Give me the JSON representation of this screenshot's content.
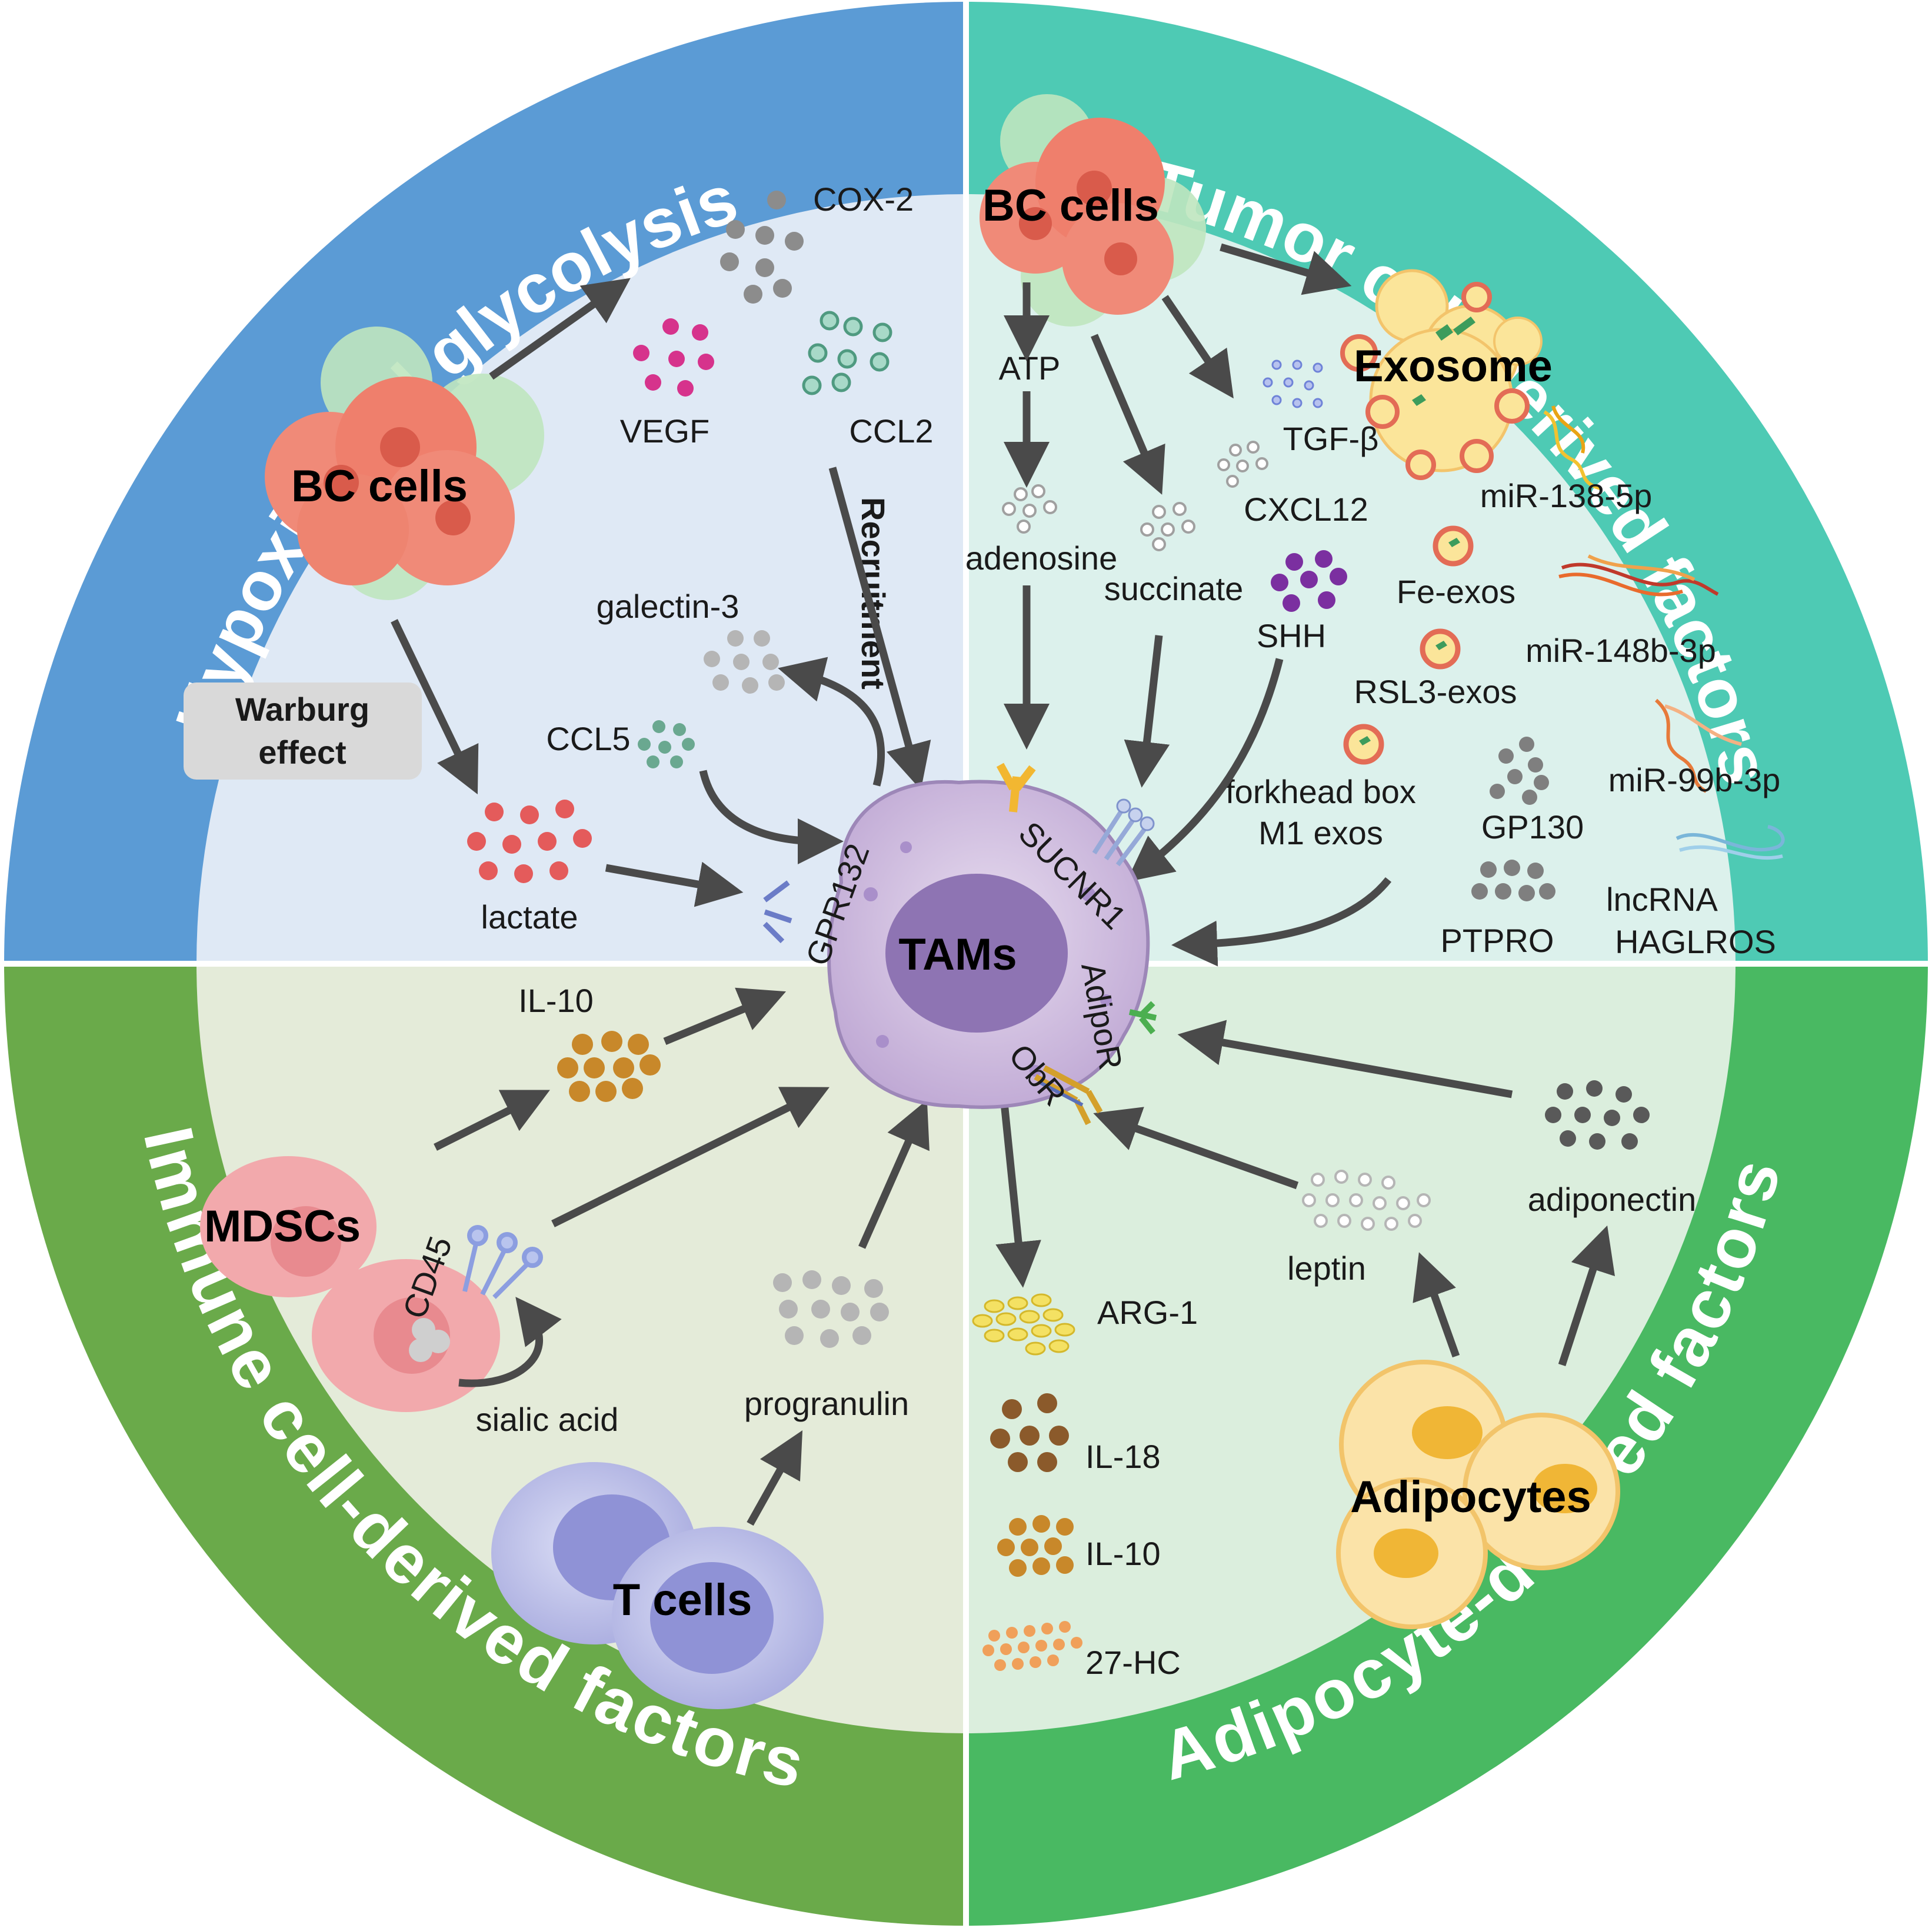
{
  "quadrants": {
    "top_left_title": "Hypoxia and glycolysis",
    "top_right_title": "Tumor cell-derived factors",
    "bottom_left_title": "Immune cell-derived factors",
    "bottom_right_title": "Adipocyte-derived factors"
  },
  "center": {
    "label": "TAMs",
    "receptors": [
      "GPR132",
      "SUCNR1",
      "AdipoR",
      "ObR"
    ]
  },
  "hypoxia": {
    "cells": "BC cells",
    "warburg": "Warburg effect",
    "factors": [
      "COX-2",
      "VEGF",
      "CCL2",
      "galectin-3",
      "CCL5",
      "lactate"
    ],
    "recruitment": "Recruitment"
  },
  "tumor": {
    "cells": "BC cells",
    "exosome": "Exosome",
    "factors": [
      "ATP",
      "adenosine",
      "succinate",
      "TGF-β",
      "CXCL12",
      "SHH",
      "GP130",
      "PTPRO"
    ],
    "exos": [
      "Fe-exos",
      "RSL3-exos",
      "forkhead box",
      "M1 exos"
    ],
    "rnas": [
      "miR-138-5p",
      "miR-148b-3p",
      "miR-99b-3p",
      "lncRNA",
      "HAGLROS"
    ]
  },
  "immune": {
    "cells": [
      "MDSCs",
      "T cells"
    ],
    "receptor": "CD45",
    "factors": [
      "IL-10",
      "sialic acid",
      "progranulin"
    ]
  },
  "adipo": {
    "cells": "Adipocytes",
    "factors": [
      "leptin",
      "adiponectin"
    ],
    "outputs": [
      "ARG-1",
      "IL-18",
      "IL-10",
      "27-HC"
    ]
  },
  "colors": {
    "blue": "#5b9bd5",
    "teal": "#4ecab4",
    "green": "#5aae48",
    "green2": "#49b962",
    "bg_tl": "#dfe9f5",
    "bg_tr": "#dcf1ec",
    "bg_bl": "#e4ebd9",
    "bg_br": "#dbeedd"
  }
}
